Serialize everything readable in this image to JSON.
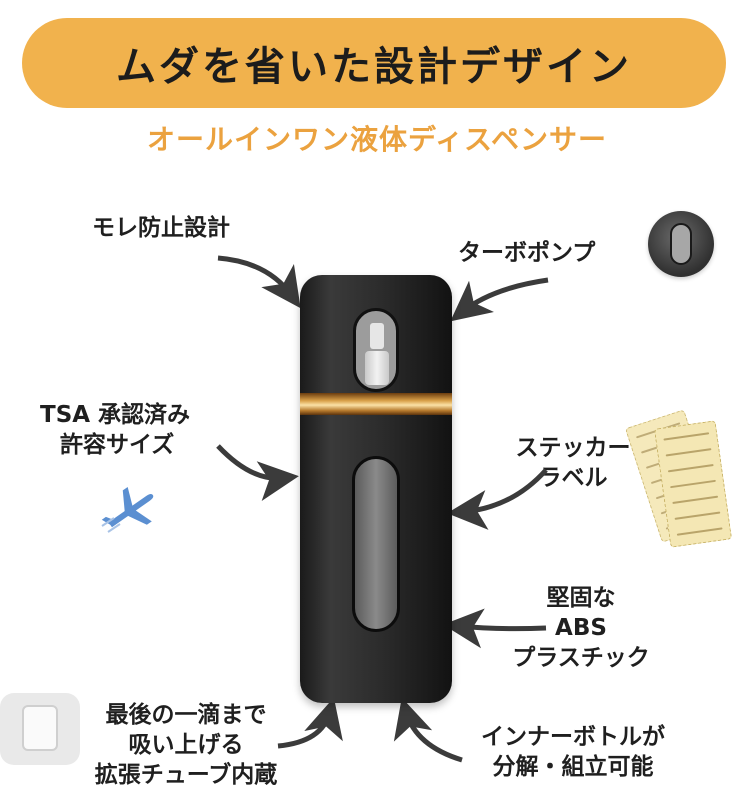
{
  "header": {
    "title": "ムダを省いた設計デザイン",
    "subtitle": "オールインワン液体ディスペンサー"
  },
  "features": {
    "leak_proof": "モレ防止設計",
    "turbo_pump": "ターボポンプ",
    "tsa_line1": "TSA 承認済み",
    "tsa_line2": "許容サイズ",
    "sticker_line1": "ステッカー",
    "sticker_line2": "ラベル",
    "abs_line1": "堅固な",
    "abs_line2": "ABS",
    "abs_line3": "プラスチック",
    "tube_line1": "最後の一滴まで",
    "tube_line2": "吸い上げる",
    "tube_line3": "拡張チューブ内蔵",
    "inner_line1": "インナーボトルが",
    "inner_line2": "分解・組立可能"
  },
  "colors": {
    "banner": "#f1b24d",
    "subtitle": "#eba23f",
    "arrow": "#3b3b3b",
    "plane": "#5b8fd1"
  },
  "icons": [
    "plane-icon",
    "pump-thumbnail",
    "sticker-thumbnail",
    "tube-thumbnail",
    "arrow-icon"
  ]
}
